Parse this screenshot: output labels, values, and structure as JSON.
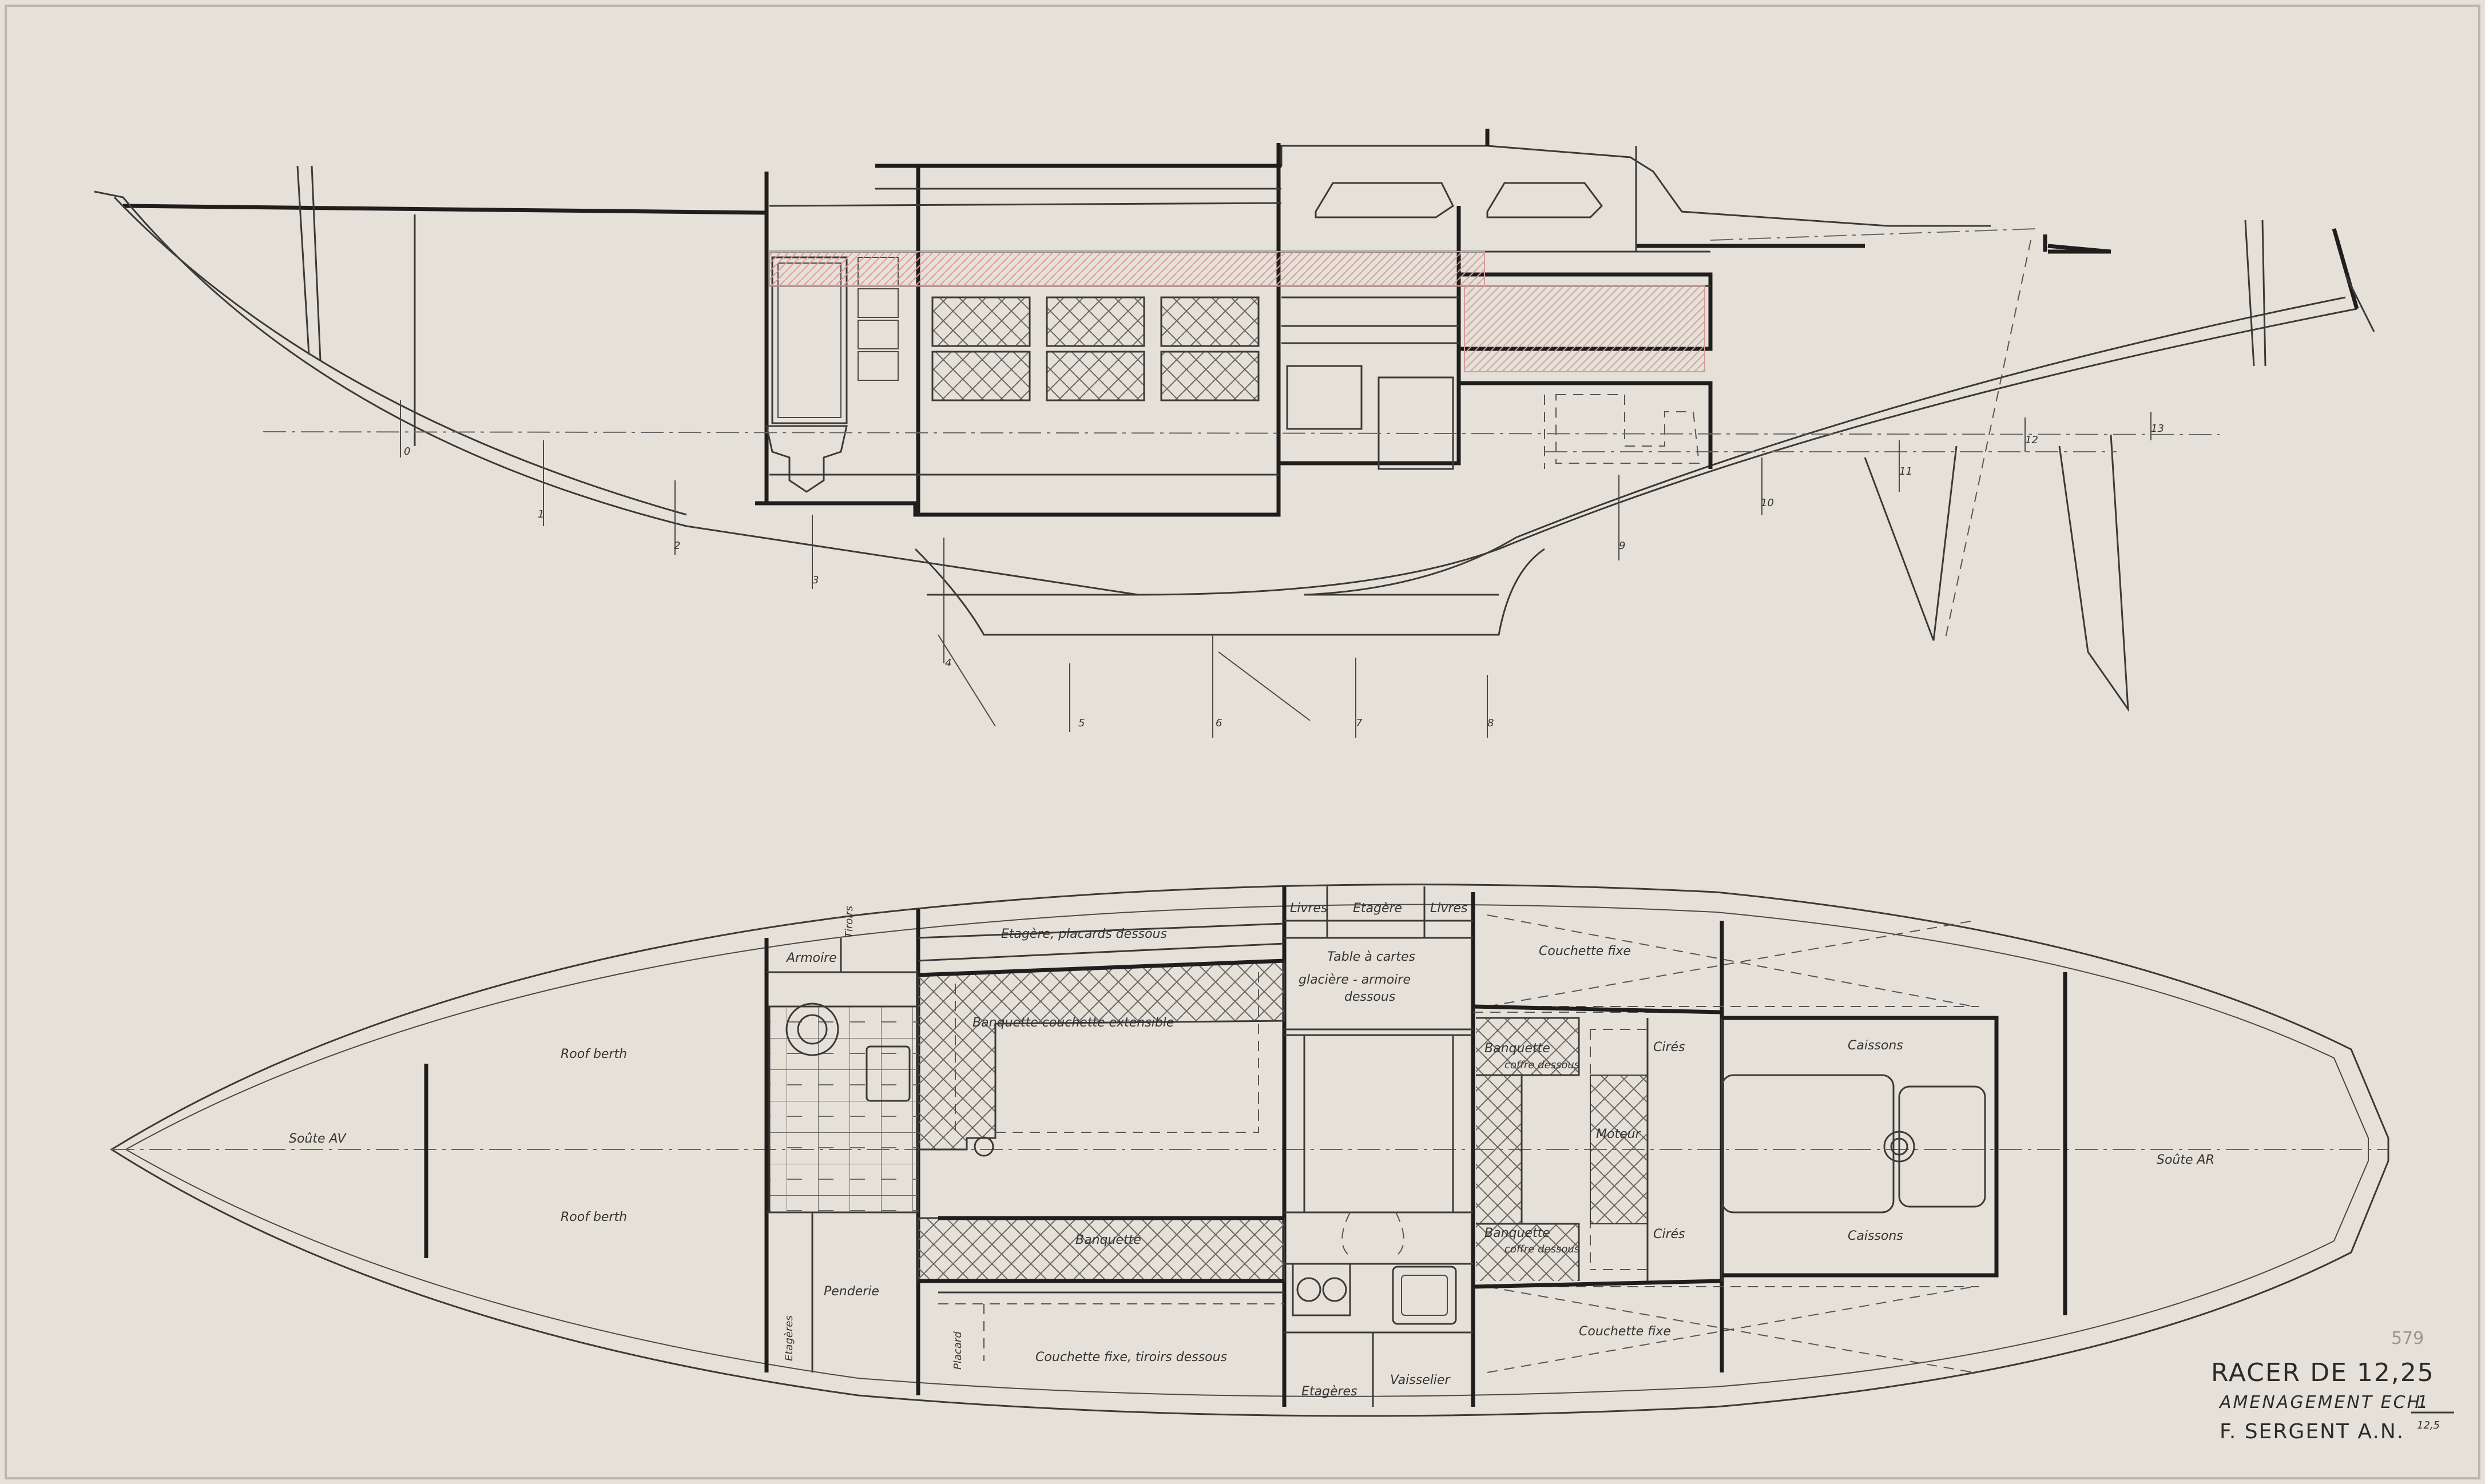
{
  "profile_view": {
    "station_numbers": [
      "0",
      "1",
      "2",
      "3",
      "4",
      "5",
      "6",
      "7",
      "8",
      "9",
      "10",
      "11",
      "12",
      "13"
    ]
  },
  "plan_view": {
    "labels": {
      "soute_av": "Soûte AV",
      "roof_berth_upper": "Roof berth",
      "roof_berth_lower": "Roof berth",
      "armoire": "Armoire",
      "tiroirs": "Tiroirs",
      "etageres_placards": "Etagère, placards dessous",
      "livres_left": "Livres",
      "etagere_top": "Etagère",
      "livres_right": "Livres",
      "couchette_fixe_top": "Couchette fixe",
      "table_cartes": "Table à cartes",
      "glaciere": "glacière - armoire",
      "dessous": "dessous",
      "banquette_extensible": "Banquette couchette extensible",
      "banquette_coffre_upper": "Banquette",
      "coffre_dessous_upper": "coffre dessous",
      "cires_upper": "Cirés",
      "caissons_upper": "Caissons",
      "moteur": "Moteur",
      "soute_ar": "Soûte AR",
      "banquette_lower": "Banquette",
      "banquette_coffre_lower": "Banquette",
      "coffre_dessous_lower": "coffre dessous",
      "cires_lower": "Cirés",
      "caissons_lower": "Caissons",
      "etageres_left": "Etagères",
      "penderie": "Penderie",
      "placard": "Placard",
      "couchette_fixe_tiroirs": "Couchette fixe, tiroirs dessous",
      "couchette_fixe_bottom": "Couchette fixe",
      "etageres_bottom": "Etagères",
      "vaisselier": "Vaisselier"
    }
  },
  "title_block": {
    "sheet_number": "579",
    "title": "RACER DE 12,25",
    "subtitle": "AMENAGEMENT ECH.",
    "scale_numerator": "1",
    "scale_denominator": "12,5",
    "designer": "F. SERGENT A.N."
  },
  "colors": {
    "paper": "#e6e1d8",
    "ink": "#3b3a37",
    "red_hatch": "#d99a9a"
  }
}
